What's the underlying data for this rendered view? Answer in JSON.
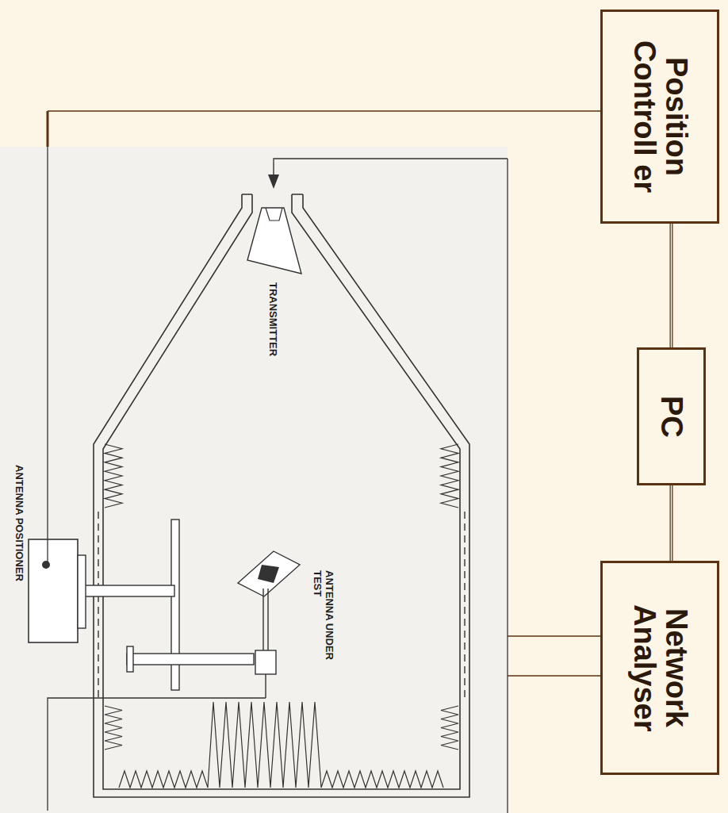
{
  "diagram": {
    "nodes": [
      {
        "text": [
          "Position Controll er"
        ]
      },
      {
        "text": [
          "PC"
        ]
      },
      {
        "text": [
          "Network Analyser"
        ]
      }
    ],
    "edges": [
      {
        "from": 0,
        "to": 1,
        "arrow": "none"
      },
      {
        "from": 1,
        "to": 2,
        "arrow": "none"
      }
    ],
    "labels": [
      "TRANSMITTER",
      "ANTENNA UNDER TEST",
      "ANTENNA POSITIONER"
    ]
  }
}
